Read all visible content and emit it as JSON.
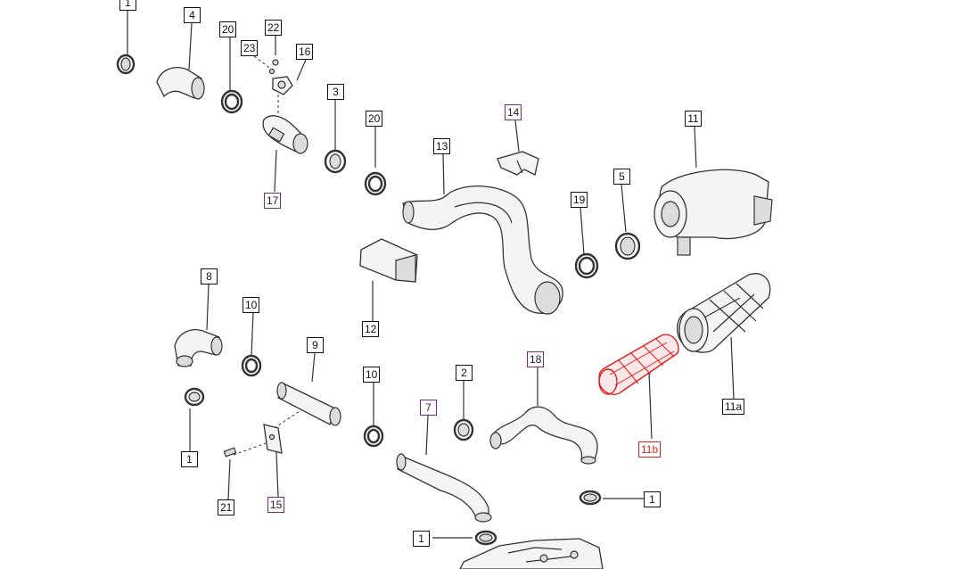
{
  "labels": {
    "l1_top": "1",
    "l4": "4",
    "l20_a": "20",
    "l23": "23",
    "l22": "22",
    "l16": "16",
    "l3": "3",
    "l20_b": "20",
    "l17": "17",
    "l14": "14",
    "l13": "13",
    "l11": "11",
    "l5": "5",
    "l19": "19",
    "l12": "12",
    "l8": "8",
    "l10_a": "10",
    "l9": "9",
    "l10_b": "10",
    "l2": "2",
    "l18": "18",
    "l7": "7",
    "l1_left": "1",
    "l21": "21",
    "l15": "15",
    "l11a": "11a",
    "l11b": "11b",
    "l1_right": "1",
    "l1_bottom": "1"
  },
  "colors": {
    "standard_border": "#111111",
    "highlight_border": "#7a2a7a",
    "selected_part": "#e02020"
  }
}
